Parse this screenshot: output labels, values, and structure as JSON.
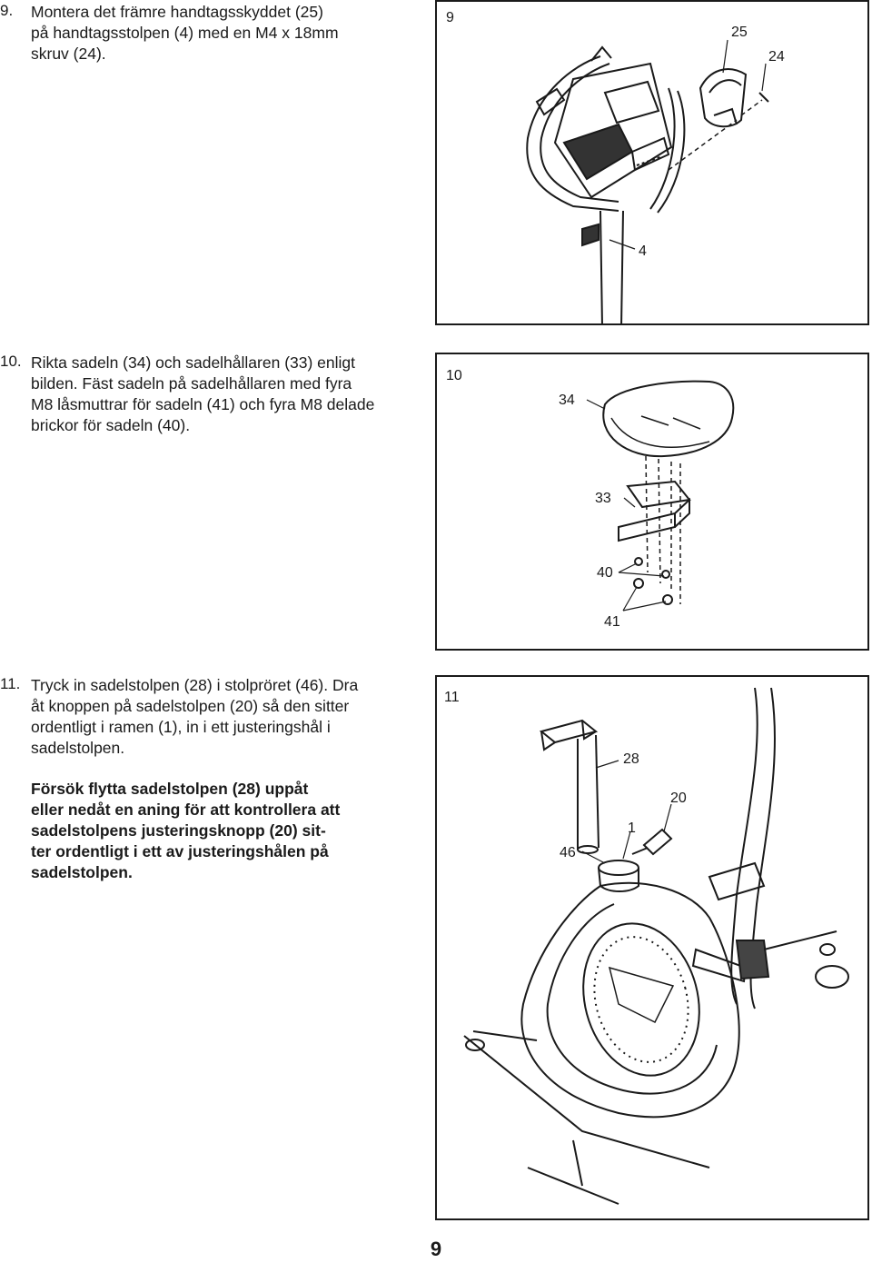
{
  "steps": [
    {
      "number": "9.",
      "lines": [
        "Montera det främre handtagsskyddet (25)",
        "på handtagsstolpen (4) med en M4 x 18mm",
        "skruv (24)."
      ],
      "figure": {
        "number": "9",
        "labels": [
          "25",
          "24",
          "4"
        ]
      }
    },
    {
      "number": "10.",
      "lines": [
        "Rikta sadeln (34) och sadelhållaren (33) enligt",
        "bilden. Fäst sadeln på sadelhållaren med fyra",
        "M8 låsmuttrar för sadeln (41) och fyra M8 delade",
        "brickor för sadeln (40)."
      ],
      "figure": {
        "number": "10",
        "labels": [
          "34",
          "33",
          "40",
          "41"
        ]
      }
    },
    {
      "number": "11.",
      "lines": [
        "Tryck in sadelstolpen (28) i stolpröret (46). Dra",
        "åt knoppen på sadelstolpen (20) så den sitter",
        "ordentligt i ramen (1), in i ett justeringshål i",
        "sadelstolpen."
      ],
      "bold_lines": [
        "Försök flytta sadelstolpen (28) uppåt",
        "eller nedåt en aning för att kontrollera att",
        "sadelstolpens justeringsknopp (20) sit-",
        "ter ordentligt i ett av justeringshålen på",
        "sadelstolpen."
      ],
      "figure": {
        "number": "11",
        "labels": [
          "28",
          "20",
          "1",
          "46"
        ]
      }
    }
  ],
  "page_number": "9"
}
